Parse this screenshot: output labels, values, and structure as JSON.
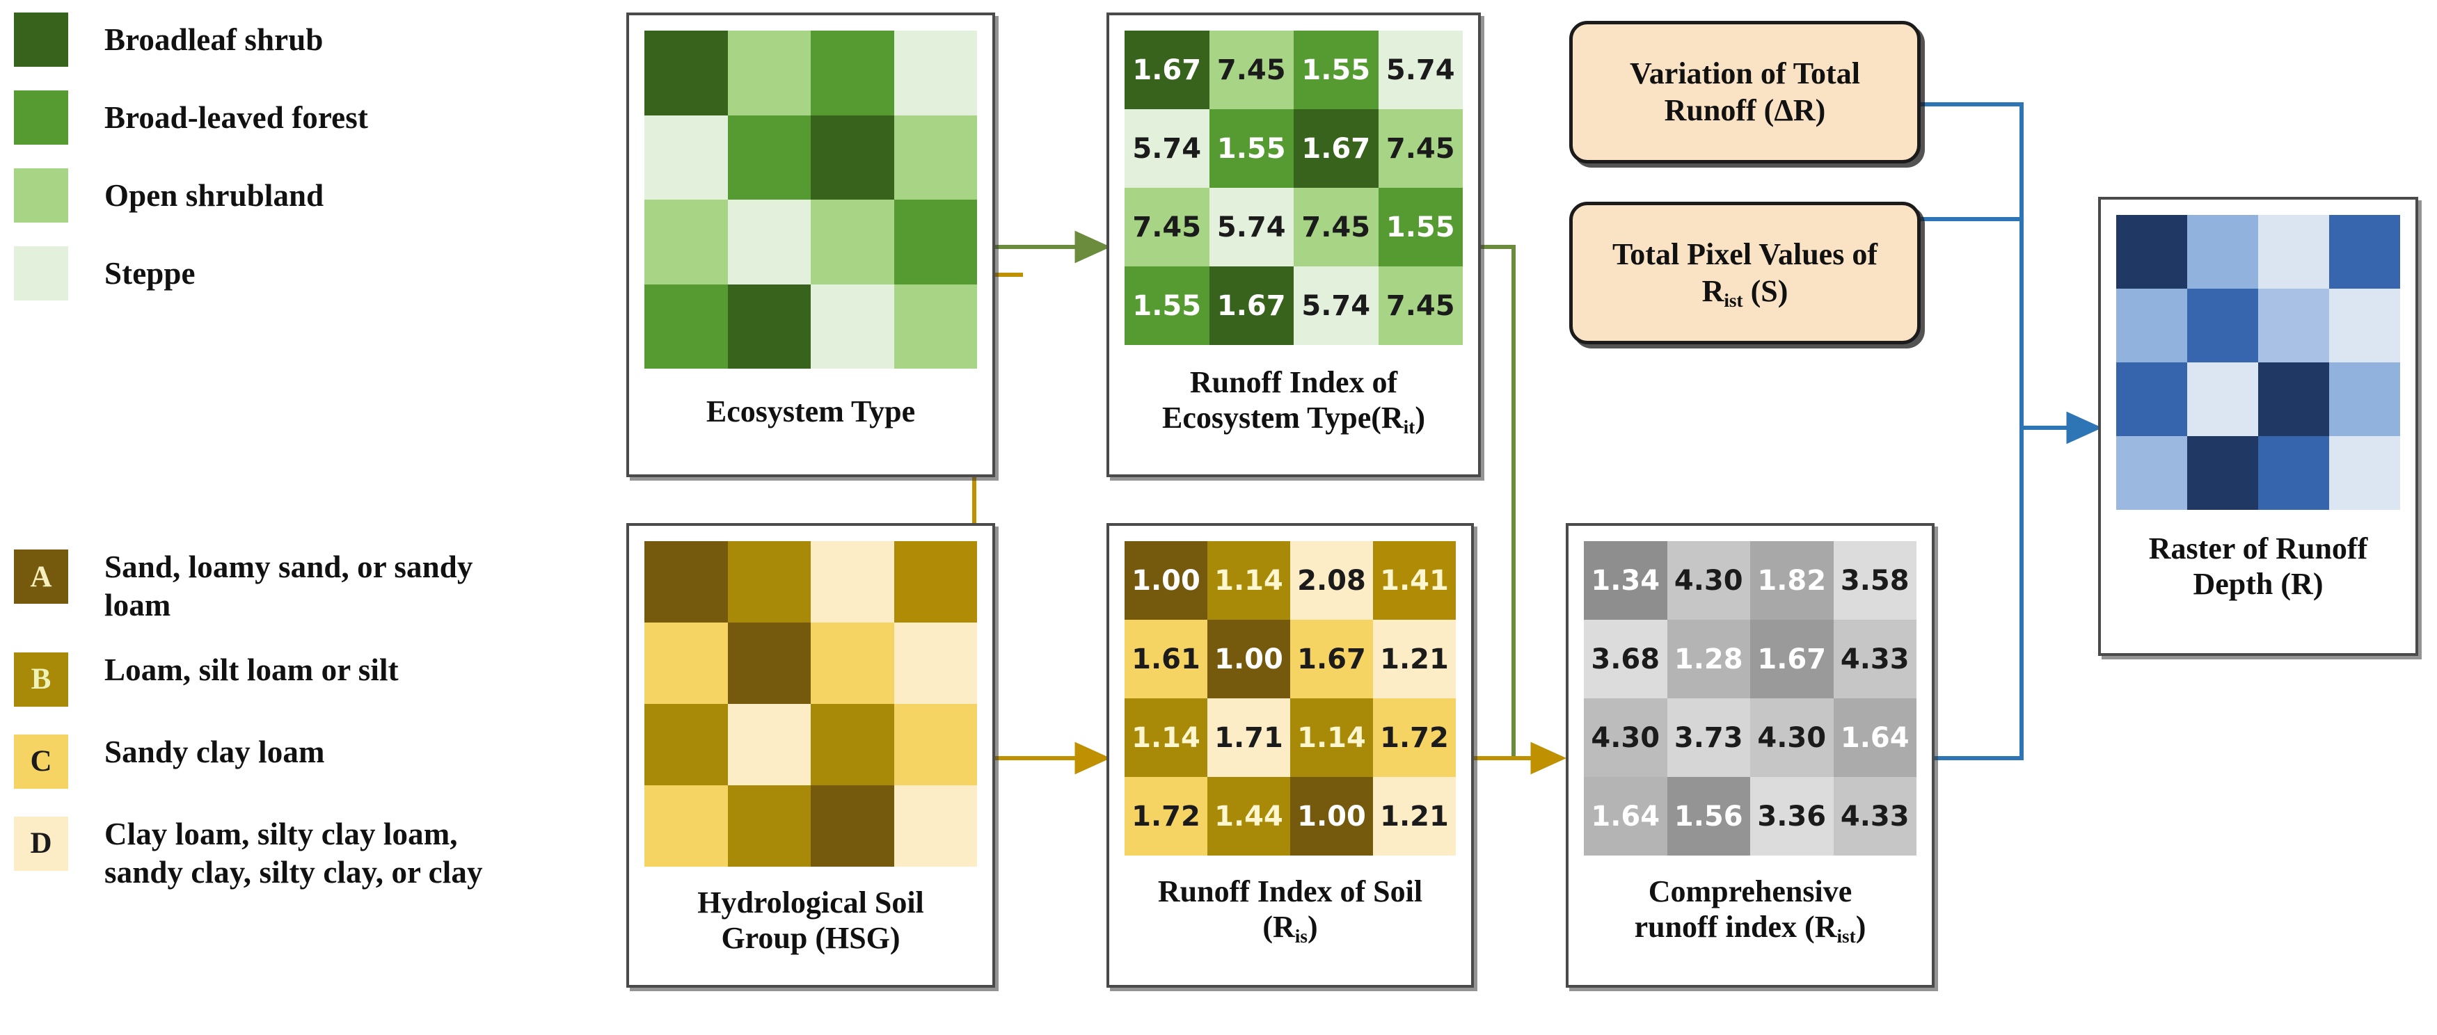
{
  "legend": {
    "vegetation": {
      "items": [
        {
          "label": "Broadleaf shrub",
          "color": "#38631d"
        },
        {
          "label": "Broad-leaved forest",
          "color": "#569b31"
        },
        {
          "label": "Open shrubland",
          "color": "#a7d585"
        },
        {
          "label": "Steppe",
          "color": "#e2f0dc"
        }
      ]
    },
    "soil": {
      "items": [
        {
          "code": "A",
          "label": "Sand, loamy sand, or sandy loam",
          "color": "#755a0e",
          "code_color": "#f6efbe"
        },
        {
          "code": "B",
          "label": "Loam, silt loam or silt",
          "color": "#a98a08",
          "code_color": "#eef3b9"
        },
        {
          "code": "C",
          "label": "Sandy clay loam",
          "color": "#f6d464",
          "code_color": "#1b1b1b"
        },
        {
          "code": "D",
          "label": "Clay loam, silty clay loam, sandy clay, silty clay, or clay",
          "color": "#fcedc6",
          "code_color": "#1b1b1b"
        }
      ]
    }
  },
  "panels": {
    "ecosystem_type": {
      "caption": "Ecosystem Type",
      "caption_sub": "",
      "caption_tail": ""
    },
    "runoff_index_ecosystem": {
      "caption_line1": "Runoff Index of",
      "caption_line2": "Ecosystem Type(R",
      "caption_sub": "it",
      "caption_tail": ")"
    },
    "hsg": {
      "caption_line1": "Hydrological Soil",
      "caption_line2": "Group (HSG)"
    },
    "runoff_index_soil": {
      "caption_line1": "Runoff Index of Soil",
      "caption_line2": "(R",
      "caption_sub": "is",
      "caption_tail": ")"
    },
    "comprehensive_runoff_index": {
      "caption_line1": "Comprehensive",
      "caption_line2": "runoff index (R",
      "caption_sub": "ist",
      "caption_tail": ")"
    },
    "raster_runoff_depth": {
      "caption_line1": "Raster of Runoff",
      "caption_line2": "Depth (R)"
    }
  },
  "boxes": {
    "variation_total_runoff": {
      "line1": "Variation of Total",
      "line2": "Runoff (ΔR)"
    },
    "total_pixel_values": {
      "line1": "Total Pixel Values of",
      "line2_pre": "R",
      "line2_sub": "ist",
      "line2_post": " (S)"
    }
  },
  "chart_data": [
    {
      "type": "heatmap",
      "name": "Ecosystem Type",
      "title": "Ecosystem Type",
      "rows": 4,
      "cols": 4,
      "categories": [
        "Broadleaf shrub",
        "Broad-leaved forest",
        "Open shrubland",
        "Steppe"
      ],
      "palette": [
        "#38631d",
        "#569b31",
        "#a7d585",
        "#e2f0dc"
      ],
      "values": [
        [
          "Broadleaf shrub",
          "Open shrubland",
          "Broad-leaved forest",
          "Steppe"
        ],
        [
          "Steppe",
          "Broad-leaved forest",
          "Broadleaf shrub",
          "Open shrubland"
        ],
        [
          "Open shrubland",
          "Steppe",
          "Open shrubland",
          "Broad-leaved forest"
        ],
        [
          "Broad-leaved forest",
          "Broadleaf shrub",
          "Steppe",
          "Open shrubland"
        ]
      ],
      "colors": [
        [
          "#38631d",
          "#a7d585",
          "#569b31",
          "#e2f0dc"
        ],
        [
          "#e2f0dc",
          "#569b31",
          "#38631d",
          "#a7d585"
        ],
        [
          "#a7d585",
          "#e2f0dc",
          "#a7d585",
          "#569b31"
        ],
        [
          "#569b31",
          "#38631d",
          "#e2f0dc",
          "#a7d585"
        ]
      ]
    },
    {
      "type": "heatmap",
      "name": "Runoff Index of Ecosystem Type (Rit)",
      "title": "Runoff Index of Ecosystem Type(Rit)",
      "rows": 4,
      "cols": 4,
      "values": [
        [
          1.67,
          7.45,
          1.55,
          5.74
        ],
        [
          5.74,
          1.55,
          1.67,
          7.45
        ],
        [
          7.45,
          5.74,
          7.45,
          1.55
        ],
        [
          1.55,
          1.67,
          5.74,
          7.45
        ]
      ],
      "labels": [
        [
          "1.67",
          "7.45",
          "1.55",
          "5.74"
        ],
        [
          "5.74",
          "1.55",
          "1.67",
          "7.45"
        ],
        [
          "7.45",
          "5.74",
          "7.45",
          "1.55"
        ],
        [
          "1.55",
          "1.67",
          "5.74",
          "7.45"
        ]
      ],
      "colors": [
        [
          "#38631d",
          "#a7d585",
          "#569b31",
          "#e2f0dc"
        ],
        [
          "#e2f0dc",
          "#569b31",
          "#38631d",
          "#a7d585"
        ],
        [
          "#a7d585",
          "#e2f0dc",
          "#a7d585",
          "#569b31"
        ],
        [
          "#569b31",
          "#38631d",
          "#e2f0dc",
          "#a7d585"
        ]
      ],
      "text_colors": [
        [
          "#ffffff",
          "#1b1b1b",
          "#ffffff",
          "#1b1b1b"
        ],
        [
          "#1b1b1b",
          "#ffffff",
          "#ffffff",
          "#1b1b1b"
        ],
        [
          "#1b1b1b",
          "#1b1b1b",
          "#1b1b1b",
          "#ffffff"
        ],
        [
          "#ffffff",
          "#ffffff",
          "#1b1b1b",
          "#1b1b1b"
        ]
      ]
    },
    {
      "type": "heatmap",
      "name": "Hydrological Soil Group (HSG)",
      "title": "Hydrological Soil Group (HSG)",
      "rows": 4,
      "cols": 4,
      "categories": [
        "A",
        "B",
        "C",
        "D"
      ],
      "palette": [
        "#755a0e",
        "#a98a08",
        "#f6d464",
        "#fcedc6"
      ],
      "values": [
        [
          "A",
          "B",
          "D",
          "B"
        ],
        [
          "C",
          "A",
          "C",
          "D"
        ],
        [
          "B",
          "D",
          "B",
          "C"
        ],
        [
          "C",
          "B",
          "A",
          "D"
        ]
      ],
      "colors": [
        [
          "#755a0e",
          "#a98a08",
          "#fcedc6",
          "#b08c06"
        ],
        [
          "#f6d464",
          "#755a0e",
          "#f6d464",
          "#fcedc6"
        ],
        [
          "#a98a08",
          "#fcedc6",
          "#a98a08",
          "#f6d464"
        ],
        [
          "#f6d464",
          "#a98a08",
          "#755a0e",
          "#fcedc6"
        ]
      ]
    },
    {
      "type": "heatmap",
      "name": "Runoff Index of Soil (Ris)",
      "title": "Runoff Index of Soil (Ris)",
      "rows": 4,
      "cols": 4,
      "values": [
        [
          1.0,
          1.14,
          2.08,
          1.41
        ],
        [
          1.61,
          1.0,
          1.67,
          1.21
        ],
        [
          1.14,
          1.71,
          1.14,
          1.72
        ],
        [
          1.72,
          1.44,
          1.0,
          1.21
        ]
      ],
      "labels": [
        [
          "1.00",
          "1.14",
          "2.08",
          "1.41"
        ],
        [
          "1.61",
          "1.00",
          "1.67",
          "1.21"
        ],
        [
          "1.14",
          "1.71",
          "1.14",
          "1.72"
        ],
        [
          "1.72",
          "1.44",
          "1.00",
          "1.21"
        ]
      ],
      "colors": [
        [
          "#755a0e",
          "#a98a08",
          "#fcedc6",
          "#b08c06"
        ],
        [
          "#f6d464",
          "#755a0e",
          "#f6d464",
          "#fcedc6"
        ],
        [
          "#a98a08",
          "#fcedc6",
          "#a98a08",
          "#f6d464"
        ],
        [
          "#f6d464",
          "#a98a08",
          "#755a0e",
          "#fcedc6"
        ]
      ],
      "text_colors": [
        [
          "#ffffff",
          "#fdf6cf",
          "#1b1b1b",
          "#fdf6cf"
        ],
        [
          "#1b1b1b",
          "#ffffff",
          "#1b1b1b",
          "#1b1b1b"
        ],
        [
          "#fdf6cf",
          "#1b1b1b",
          "#fdf6cf",
          "#1b1b1b"
        ],
        [
          "#1b1b1b",
          "#fdf6cf",
          "#ffffff",
          "#1b1b1b"
        ]
      ]
    },
    {
      "type": "heatmap",
      "name": "Comprehensive runoff index (Rist)",
      "title": "Comprehensive runoff index (Rist)",
      "rows": 4,
      "cols": 4,
      "values": [
        [
          1.34,
          4.3,
          1.82,
          3.58
        ],
        [
          3.68,
          1.28,
          1.67,
          4.33
        ],
        [
          4.3,
          3.73,
          4.3,
          1.64
        ],
        [
          1.64,
          1.56,
          3.36,
          4.33
        ]
      ],
      "labels": [
        [
          "1.34",
          "4.30",
          "1.82",
          "3.58"
        ],
        [
          "3.68",
          "1.28",
          "1.67",
          "4.33"
        ],
        [
          "4.30",
          "3.73",
          "4.30",
          "1.64"
        ],
        [
          "1.64",
          "1.56",
          "3.36",
          "4.33"
        ]
      ],
      "colors": [
        [
          "#8e8e8e",
          "#c6c6c6",
          "#a8a8a8",
          "#dcdcdc"
        ],
        [
          "#dcdcdc",
          "#b4b4b4",
          "#9a9a9a",
          "#c6c6c6"
        ],
        [
          "#bcbcbc",
          "#d6d6d6",
          "#c6c6c6",
          "#ababab"
        ],
        [
          "#b4b4b4",
          "#949494",
          "#dcdcdc",
          "#c6c6c6"
        ]
      ],
      "text_colors": [
        [
          "#ffffff",
          "#1b1b1b",
          "#ffffff",
          "#1b1b1b"
        ],
        [
          "#1b1b1b",
          "#ffffff",
          "#ffffff",
          "#1b1b1b"
        ],
        [
          "#1b1b1b",
          "#1b1b1b",
          "#1b1b1b",
          "#ffffff"
        ],
        [
          "#ffffff",
          "#ffffff",
          "#1b1b1b",
          "#1b1b1b"
        ]
      ]
    },
    {
      "type": "heatmap",
      "name": "Raster of Runoff Depth (R)",
      "title": "Raster of Runoff Depth (R)",
      "rows": 4,
      "cols": 4,
      "colors": [
        [
          "#1f3864",
          "#92b2de",
          "#dbe5f2",
          "#3766ae"
        ],
        [
          "#92b2de",
          "#3766ae",
          "#a8c1e4",
          "#dce6f3"
        ],
        [
          "#3665ad",
          "#dce6f3",
          "#1f3864",
          "#92b2de"
        ],
        [
          "#9ab8e0",
          "#1f3864",
          "#3665ad",
          "#dce6f3"
        ]
      ]
    }
  ],
  "connectors": {
    "green_color": "#6b8b3d",
    "gold_color": "#bf9000",
    "blue_color": "#2e75b6"
  }
}
